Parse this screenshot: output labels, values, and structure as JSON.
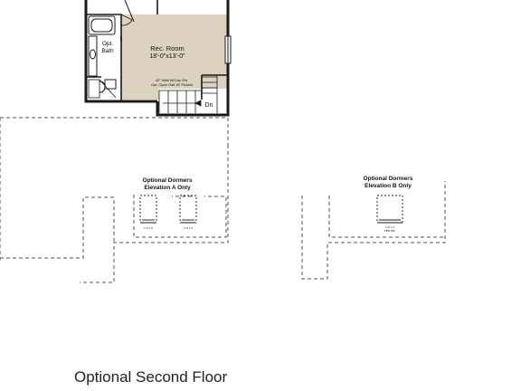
{
  "rooms": {
    "rec_room": {
      "name": "Rec. Room",
      "dimensions": "18'-0\"x13'-0\""
    },
    "opt_bath": {
      "name_line1": "Opt.",
      "name_line2": "Bath"
    }
  },
  "notes": {
    "wall_line1": "42\" Wall W/Cap Sht.",
    "wall_line2": "Opt. Open Rail W/ Pickets"
  },
  "stair": {
    "label": "Dn"
  },
  "dormers": {
    "a": {
      "line1": "Optional Dormers",
      "line2": "Elevation A Only",
      "dim": "1'-6 x 6"
    },
    "b": {
      "line1": "Optional Dormers",
      "line2": "Elevation B Only",
      "dim1": "1'-6 x 3",
      "dim2": "TBN TBL"
    }
  },
  "caption": "Optional Second Floor",
  "colors": {
    "room_fill": "#dcd2bf",
    "wall": "#1a1a1a",
    "dashed": "#555555"
  }
}
